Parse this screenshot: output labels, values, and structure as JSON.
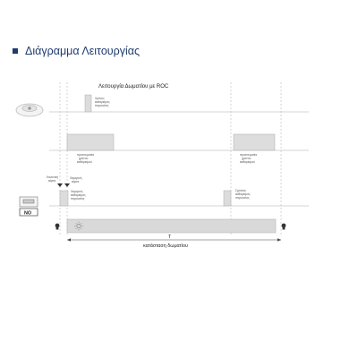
{
  "header": {
    "title": "Διάγραμμα Λειτουργίας"
  },
  "diagram": {
    "subtitle": "Λειτουργία Δωματίου με ROC",
    "labels": {
      "row1_note": [
        "Χρόνος",
        "καθαρισμός",
        "παρουσίας"
      ],
      "row2_left_note": [
        "προετοιμασία",
        "χρόνου",
        "καθαρισμού"
      ],
      "row2_right_note": [
        "προετοιμασία",
        "χρόνου",
        "καθαρισμού"
      ],
      "row3_note_a": [
        "Κανονική",
        "κάρτα"
      ],
      "row3_note_b": [
        "Χειμερινή",
        "κάρτα"
      ],
      "row3_note_c": [
        "Χειμερινή",
        "καθαρισμός",
        "παρουσίας"
      ],
      "row3_right_note": [
        "Σχετικός",
        "καθαρισμός",
        "παρουσίας"
      ],
      "no_badge": "NO",
      "t_label": "T",
      "footer_label": "κατάσταση δωματίου"
    }
  }
}
